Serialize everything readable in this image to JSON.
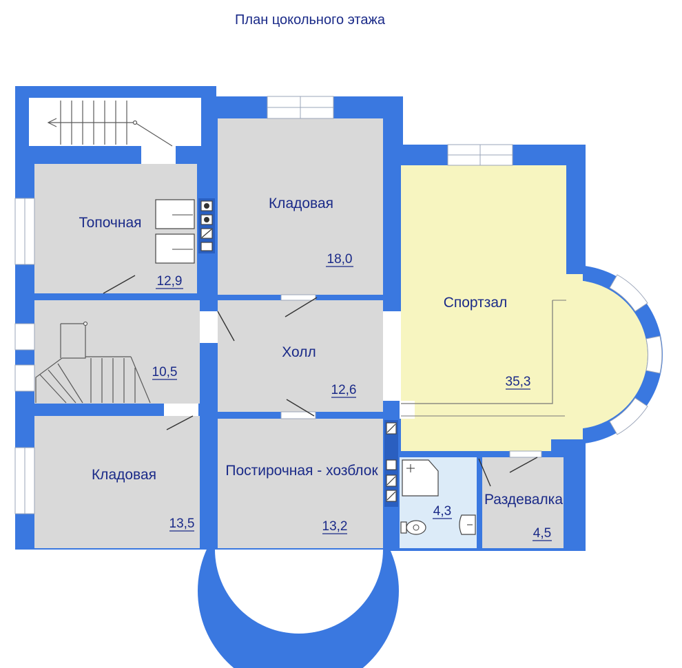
{
  "title": "План цокольного этажа",
  "colors": {
    "wall": "#3a78e0",
    "room_fill": "#d9d9d9",
    "gym_fill": "#f7f5c0",
    "bath_fill": "#dcebf8",
    "window_fill": "#ffffff",
    "label": "#1a2a88"
  },
  "rooms": {
    "boiler": {
      "name": "Топочная",
      "area": "12,9"
    },
    "storage1": {
      "name": "Кладовая",
      "area": "18,0"
    },
    "stairs": {
      "name": "",
      "area": "10,5"
    },
    "hall": {
      "name": "Холл",
      "area": "12,6"
    },
    "storage2": {
      "name": "Кладовая",
      "area": "13,5"
    },
    "laundry": {
      "name": "Постирочная - хозблок",
      "area": "13,2"
    },
    "gym": {
      "name": "Спортзал",
      "area": "35,3"
    },
    "bathroom": {
      "name": "",
      "area": "4,3"
    },
    "changing": {
      "name": "Раздевалка",
      "area": "4,5"
    }
  }
}
